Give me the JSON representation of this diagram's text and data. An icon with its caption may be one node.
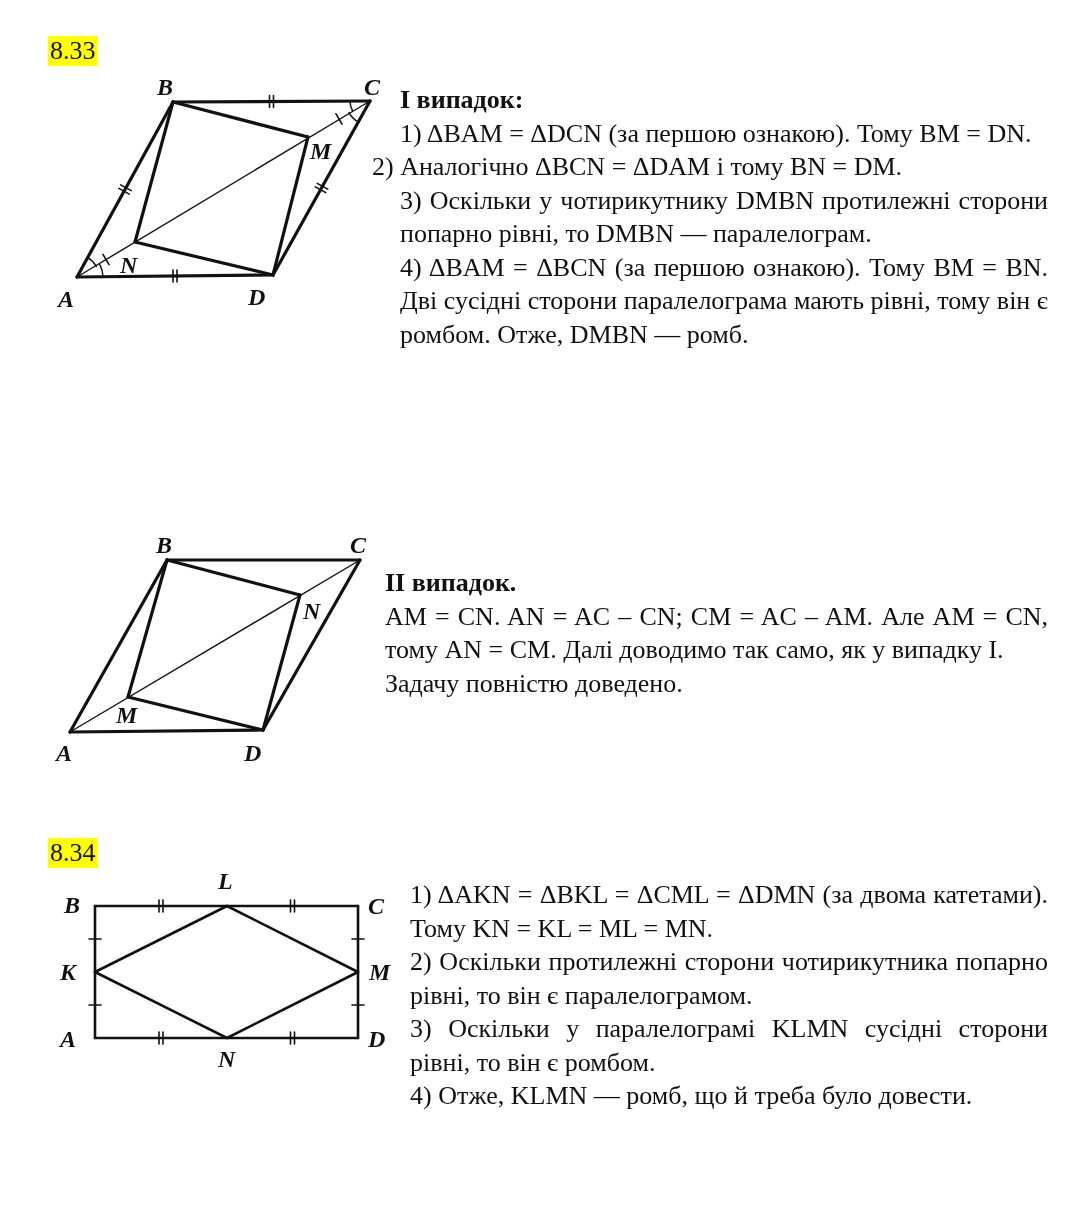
{
  "diagram": {
    "labels": [
      "8.33",
      "B",
      "C",
      "M",
      "N",
      "A",
      "D",
      "І випадок:",
      "1) ΔBAM = ΔDCN (за першою ознакою). Тому BM = DN.",
      "2) Аналогічно ΔBCN = ΔDAM і тому BN = DM.",
      "3) Оскільки у чотирикутнику DMBN протилежні сторони попарно рівні, то DMBN — паралелограм.",
      "4) ΔBAM = ΔBCN (за першою ознакою). Тому BM = BN. Дві сусідні сторони паралелограма мають рівні, тому він є ромбом. Отже, DMBN — ромб.",
      "B",
      "C",
      "N",
      "M",
      "A",
      "D",
      "ІІ випадок.",
      "AM = CN. AN = AC – CN; CM = AC – AM. Але AM = CN, тому AN = CM. Далі доводимо так само, як у випадку І.",
      "Задачу повністю доведено.",
      "8.34",
      "B",
      "L",
      "C",
      "K",
      "M",
      "A",
      "N",
      "D",
      "1) ΔAKN = ΔBKL = ΔCML = ΔDMN (за двома катетами). Тому KN = KL = ML = MN.",
      "2) Оскільки протилежні сторони чотирикутника попарно рівні, то він є паралелограмом.",
      "3) Оскільки у паралелограмі KLMN сусідні сторони рівні, то він є ромбом.",
      "4) Отже, KLMN — ромб, що й треба було довести."
    ]
  }
}
